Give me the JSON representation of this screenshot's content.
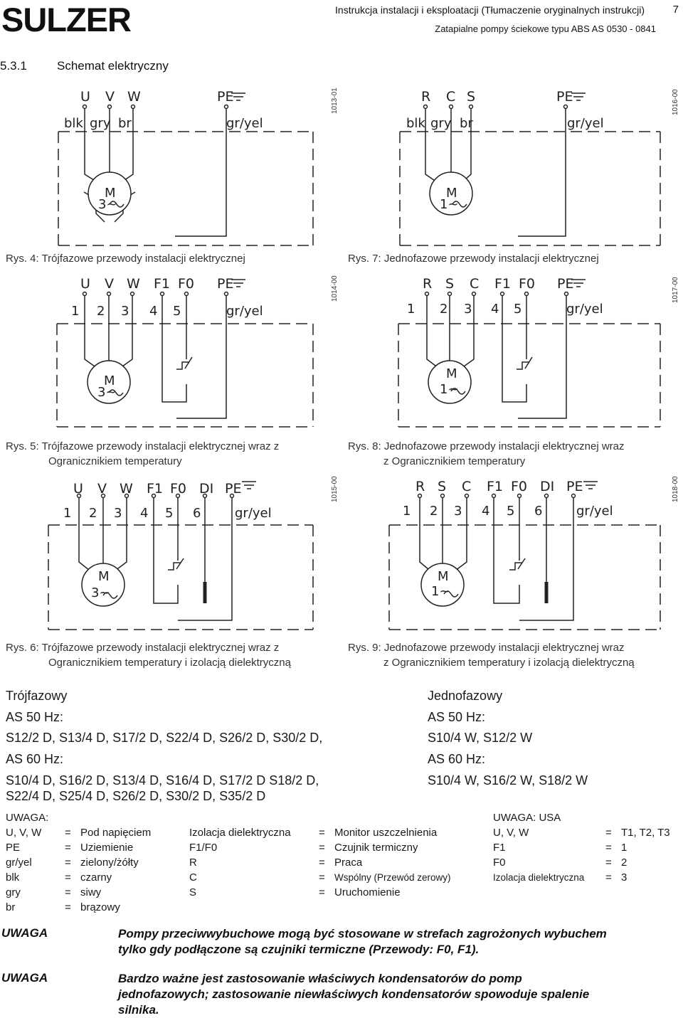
{
  "header": {
    "logo": "SULZER",
    "title": "Instrukcja instalacji i eksploatacji (Tłumaczenie oryginalnych instrukcji)",
    "page_number": "7",
    "subtitle": "Zatapialne pompy ściekowe typu ABS AS 0530 - 0841"
  },
  "section": {
    "number": "5.3.1",
    "title": "Schemat elektryczny"
  },
  "diagrams": {
    "d1": {
      "code": "1013-01",
      "terminals": [
        "U",
        "V",
        "W"
      ],
      "pe": "PE",
      "colors": [
        "blk",
        "gry",
        "br"
      ],
      "pe_color": "gr/yel",
      "motor": "M",
      "motor_phase": "3~"
    },
    "d7": {
      "code": "1016-00",
      "terminals": [
        "R",
        "C",
        "S"
      ],
      "pe": "PE",
      "colors": [
        "blk",
        "gry",
        "br"
      ],
      "pe_color": "gr/yel",
      "motor": "M",
      "motor_phase": "1~"
    },
    "d5": {
      "code": "1014-00",
      "terminals": [
        "U",
        "V",
        "W",
        "F1",
        "F0"
      ],
      "pe": "PE",
      "numbers": [
        "1",
        "2",
        "3",
        "4",
        "5"
      ],
      "pe_color": "gr/yel",
      "motor": "M",
      "motor_phase": "3~"
    },
    "d8": {
      "code": "1017-00",
      "terminals": [
        "R",
        "S",
        "C",
        "F1",
        "F0"
      ],
      "pe": "PE",
      "numbers": [
        "1",
        "2",
        "3",
        "4",
        "5"
      ],
      "pe_color": "gr/yel",
      "motor": "M",
      "motor_phase": "1~"
    },
    "d6": {
      "code": "1015-00",
      "terminals": [
        "U",
        "V",
        "W",
        "F1",
        "F0",
        "DI"
      ],
      "pe": "PE",
      "numbers": [
        "1",
        "2",
        "3",
        "4",
        "5",
        "6"
      ],
      "pe_color": "gr/yel",
      "motor": "M",
      "motor_phase": "3~"
    },
    "d9": {
      "code": "1018-00",
      "terminals": [
        "R",
        "S",
        "C",
        "F1",
        "F0",
        "DI"
      ],
      "pe": "PE",
      "numbers": [
        "1",
        "2",
        "3",
        "4",
        "5",
        "6"
      ],
      "pe_color": "gr/yel",
      "motor": "M",
      "motor_phase": "1~"
    }
  },
  "captions": {
    "rys4": "Rys. 4: Trójfazowe przewody instalacji elektrycznej",
    "rys7": "Rys. 7: Jednofazowe przewody instalacji elektrycznej",
    "rys5_l1": "Rys. 5: Trójfazowe przewody instalacji elektrycznej wraz z",
    "rys5_l2": "Ogranicznikiem temperatury",
    "rys8_l1": "Rys. 8: Jednofazowe przewody instalacji elektrycznej wraz",
    "rys8_l2": "z Ogranicznikiem temperatury",
    "rys6_l1": "Rys. 6: Trójfazowe przewody instalacji elektrycznej wraz z",
    "rys6_l2": "Ogranicznikiem temperatury i izolacją dielektryczną",
    "rys9_l1": "Rys. 9: Jednofazowe przewody instalacji elektrycznej wraz",
    "rys9_l2": "z Ogranicznikiem temperatury i izolacją dielektryczną"
  },
  "models": {
    "three_phase": {
      "title": "Trójfazowy",
      "hz50_label": "AS 50 Hz:",
      "hz50_list": "S12/2 D, S13/4 D, S17/2 D, S22/4 D, S26/2 D, S30/2 D,",
      "hz60_label": "AS 60 Hz:",
      "hz60_list_l1": "S10/4 D, S16/2 D, S13/4 D, S16/4 D, S17/2 D S18/2 D,",
      "hz60_list_l2": "S22/4 D, S25/4 D, S26/2 D, S30/2 D, S35/2 D"
    },
    "single_phase": {
      "title": "Jednofazowy",
      "hz50_label": "AS 50 Hz:",
      "hz50_list": "S10/4 W, S12/2 W",
      "hz60_label": "AS 60 Hz:",
      "hz60_list": "S10/4 W, S16/2 W, S18/2 W"
    }
  },
  "legend": {
    "title": "UWAGA:",
    "eq": "=",
    "col1": [
      {
        "k": "U, V, W",
        "v": "Pod napięciem"
      },
      {
        "k": "PE",
        "v": "Uziemienie"
      },
      {
        "k": "gr/yel",
        "v": "zielony/żółty"
      },
      {
        "k": "blk",
        "v": "czarny"
      },
      {
        "k": "gry",
        "v": "siwy"
      },
      {
        "k": "br",
        "v": "brązowy"
      }
    ],
    "col2": [
      {
        "k": "Izolacja dielektryczna",
        "v": "Monitor uszczelnienia"
      },
      {
        "k": "F1/F0",
        "v": "Czujnik termiczny"
      },
      {
        "k": "R",
        "v": "Praca"
      },
      {
        "k": "C",
        "v": "Wspólny (Przewód zerowy)"
      },
      {
        "k": "S",
        "v": "Uruchomienie"
      }
    ],
    "usa_title": "UWAGA: USA",
    "col3": [
      {
        "k": "U, V, W",
        "v": "T1, T2, T3"
      },
      {
        "k": "F1",
        "v": "1"
      },
      {
        "k": "F0",
        "v": "2"
      },
      {
        "k": "Izolacja dielektryczna",
        "v": "3"
      }
    ]
  },
  "warnings": [
    {
      "label": "UWAGA",
      "l1": "Pompy przeciwwybuchowe mogą być stosowane w strefach zagrożonych wybuchem",
      "l2": "tylko gdy podłączone są czujniki termiczne (Przewody: F0, F1).",
      "l3": ""
    },
    {
      "label": "UWAGA",
      "l1": "Bardzo ważne jest zastosowanie właściwych kondensatorów do pomp",
      "l2": "jednofazowych; zastosowanie niewłaściwych kondensatorów spowoduje spalenie",
      "l3": "silnika."
    }
  ]
}
